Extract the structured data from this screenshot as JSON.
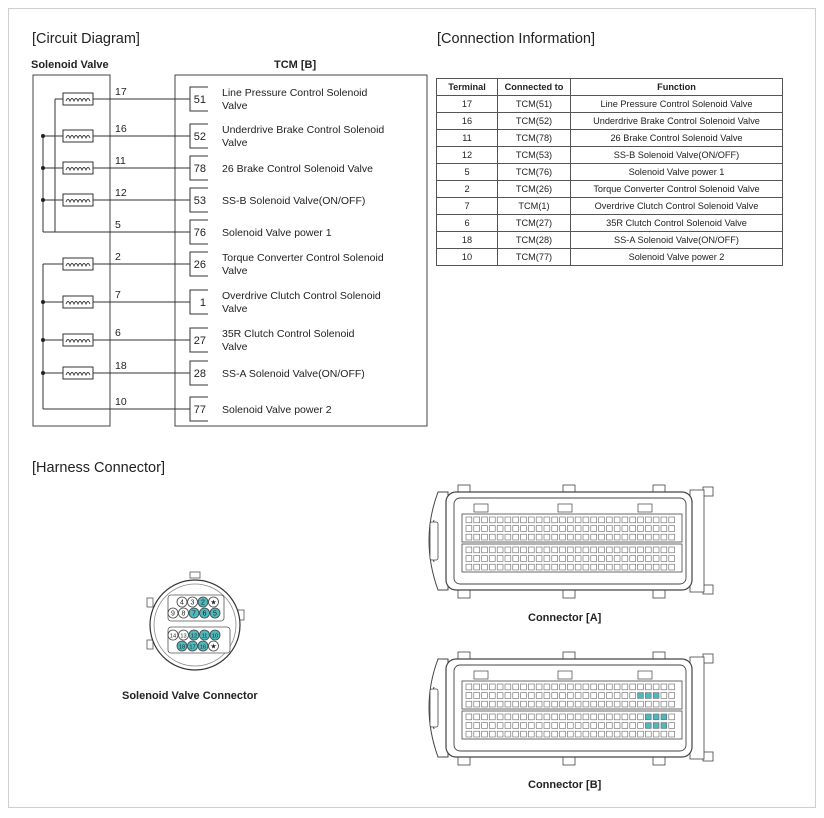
{
  "titles": {
    "circuit": "[Circuit Diagram]",
    "connection": "[Connection Information]",
    "harness": "[Harness Connector]"
  },
  "circuit": {
    "left_label": "Solenoid Valve",
    "right_label": "TCM [B]",
    "rows": [
      {
        "terminal": "17",
        "pin": "51",
        "func": [
          "Line Pressure Control Solenoid",
          "Valve"
        ],
        "coil": true
      },
      {
        "terminal": "16",
        "pin": "52",
        "func": [
          "Underdrive Brake Control Solenoid",
          "Valve"
        ],
        "coil": true
      },
      {
        "terminal": "11",
        "pin": "78",
        "func": [
          "26 Brake Control Solenoid Valve"
        ],
        "coil": true
      },
      {
        "terminal": "12",
        "pin": "53",
        "func": [
          "SS-B Solenoid Valve(ON/OFF)"
        ],
        "coil": true
      },
      {
        "terminal": "5",
        "pin": "76",
        "func": [
          "Solenoid Valve power 1"
        ],
        "coil": false
      },
      {
        "terminal": "2",
        "pin": "26",
        "func": [
          "Torque Converter Control Solenoid",
          "Valve"
        ],
        "coil": true
      },
      {
        "terminal": "7",
        "pin": "1",
        "func": [
          "Overdrive Clutch Control Solenoid",
          "Valve"
        ],
        "coil": true
      },
      {
        "terminal": "6",
        "pin": "27",
        "func": [
          "35R Clutch Control Solenoid",
          "Valve"
        ],
        "coil": true
      },
      {
        "terminal": "18",
        "pin": "28",
        "func": [
          "SS-A Solenoid Valve(ON/OFF)"
        ],
        "coil": true
      },
      {
        "terminal": "10",
        "pin": "77",
        "func": [
          "Solenoid Valve power 2"
        ],
        "coil": false
      }
    ]
  },
  "connection_table": {
    "headers": [
      "Terminal",
      "Connected to",
      "Function"
    ],
    "rows": [
      [
        "17",
        "TCM(51)",
        "Line Pressure Control Solenoid Valve"
      ],
      [
        "16",
        "TCM(52)",
        "Underdrive Brake Control Solenoid Valve"
      ],
      [
        "11",
        "TCM(78)",
        "26 Brake Control Solenoid Valve"
      ],
      [
        "12",
        "TCM(53)",
        "SS-B Solenoid Valve(ON/OFF)"
      ],
      [
        "5",
        "TCM(76)",
        "Solenoid Valve power 1"
      ],
      [
        "2",
        "TCM(26)",
        "Torque Converter Control Solenoid Valve"
      ],
      [
        "7",
        "TCM(1)",
        "Overdrive Clutch Control Solenoid Valve"
      ],
      [
        "6",
        "TCM(27)",
        "35R Clutch Control Solenoid Valve"
      ],
      [
        "18",
        "TCM(28)",
        "SS-A Solenoid Valve(ON/OFF)"
      ],
      [
        "10",
        "TCM(77)",
        "Solenoid Valve power 2"
      ]
    ]
  },
  "solenoid_connector": {
    "caption": "Solenoid Valve Connector",
    "row1": [
      "4",
      "3",
      "2",
      "★"
    ],
    "row2": [
      "9",
      "8",
      "7",
      "6",
      "5"
    ],
    "row3": [
      "14",
      "13",
      "12",
      "11",
      "10"
    ],
    "row4": [
      "18",
      "17",
      "16",
      "★"
    ],
    "highlight_color": "#4fb8bd"
  },
  "connectors": {
    "a_caption": "Connector [A]",
    "b_caption": "Connector [B]"
  }
}
